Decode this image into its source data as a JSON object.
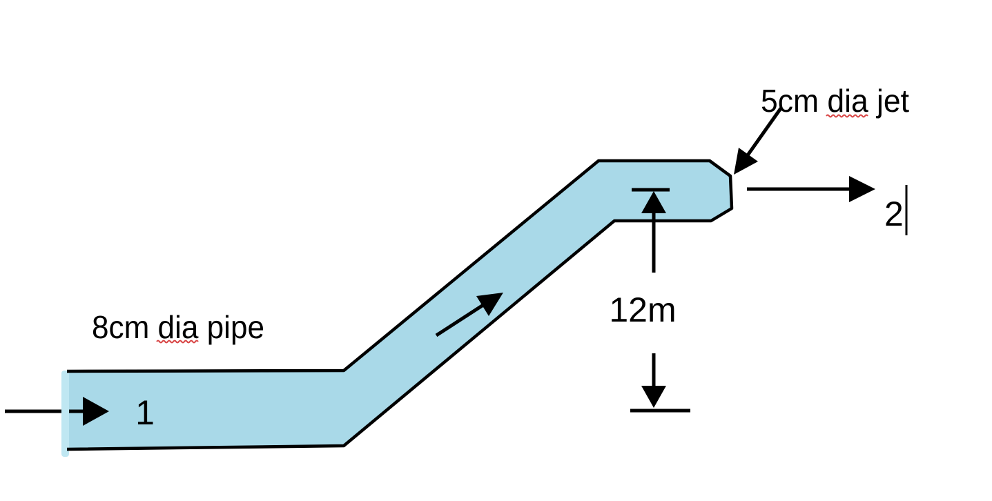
{
  "figure": {
    "type": "pipe-jet-flow-diagram",
    "labels": {
      "inlet_pipe": "8cm dia pipe",
      "jet": "5cm dia jet",
      "point_1": "1",
      "point_2": "2",
      "elevation": "12m"
    },
    "annotations": {
      "flow_direction": "left-to-right, rising incline",
      "misspell_marked_word": "dia"
    },
    "colors": {
      "pipe_fill": "#a9d9e8",
      "pipe_open_end": "#bfe7f2",
      "outline": "#000000",
      "text": "#000000",
      "spellcheck_underline": "#d84545",
      "background": "#ffffff"
    }
  }
}
